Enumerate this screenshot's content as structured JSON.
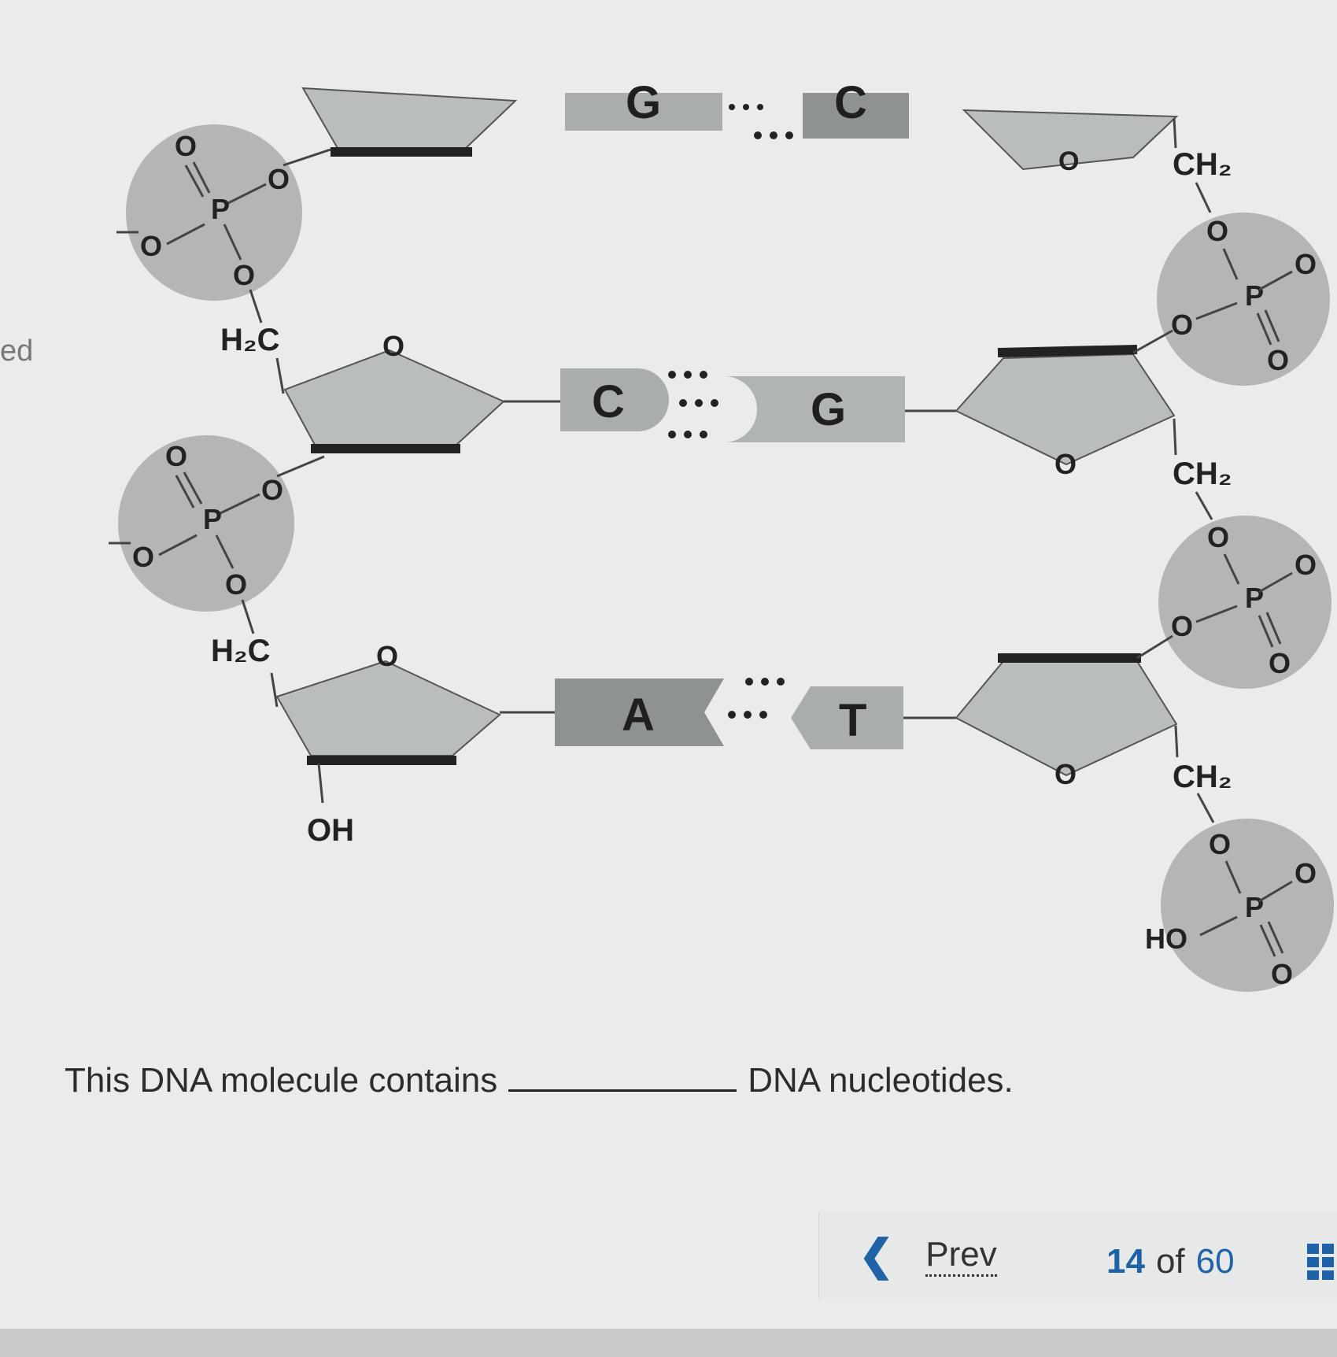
{
  "side_text": "ed",
  "diagram": {
    "bases": {
      "top_left": "G",
      "top_right": "C",
      "mid_left": "C",
      "mid_right": "G",
      "bottom_left": "A",
      "bottom_right": "T"
    },
    "atoms": {
      "oxygen": "O",
      "phosphorus": "P",
      "neg_oxygen": "O",
      "methylene_left": "H₂C",
      "methylene_right": "CH₂",
      "hydroxyl": "OH",
      "hydroxyl_left": "HO"
    }
  },
  "question": {
    "before": "This DNA molecule contains",
    "after": "DNA nucleotides."
  },
  "nav": {
    "prev_label": "Prev",
    "current": "14",
    "of_label": "of",
    "total": "60"
  },
  "colors": {
    "background": "#e9ecea",
    "sugar_fill": "#b9bdbc",
    "phosphate_fill": "#b4b6b5",
    "base_fill": "#a9adab",
    "base_dark": "#8e9290",
    "accent": "#1f62a8"
  }
}
